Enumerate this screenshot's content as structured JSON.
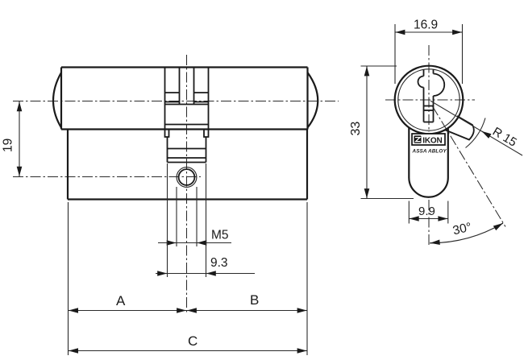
{
  "views": {
    "side_view": {
      "dimensions": {
        "axis_to_screw": "19",
        "screw_thread": "M5",
        "cam_width": "9.3",
        "length_a": "A",
        "length_b": "B",
        "length_c": "C"
      }
    },
    "front_view": {
      "dimensions": {
        "plug_diameter": "16.9",
        "body_height": "33",
        "cam_radius": "R 15",
        "body_width": "9.9",
        "cam_angle": "30°"
      },
      "logo": {
        "brand": "IKON",
        "group": "ASSA ABLOY"
      }
    }
  }
}
